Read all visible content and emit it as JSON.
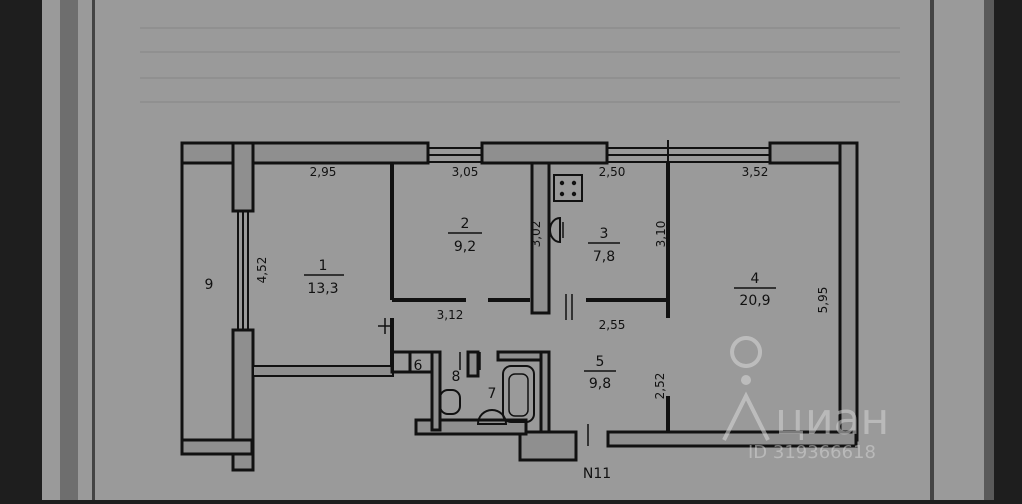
{
  "floor_plan": {
    "rooms": [
      {
        "number": "1",
        "area": "13,3"
      },
      {
        "number": "2",
        "area": "9,2"
      },
      {
        "number": "3",
        "area": "7,8"
      },
      {
        "number": "4",
        "area": "20,9"
      },
      {
        "number": "5",
        "area": "9,8"
      },
      {
        "number": "6"
      },
      {
        "number": "7"
      },
      {
        "number": "8"
      },
      {
        "number": "9"
      }
    ],
    "dimensions": {
      "room1_width": "2,95",
      "room1_length": "4,52",
      "room2_width": "3,05",
      "room2_depth": "3,02",
      "room2_bottom": "3,12",
      "room3_width": "2,50",
      "room3_depth": "3,10",
      "room3_bottom": "2,55",
      "room4_width": "3,52",
      "room4_depth": "5,95",
      "hall_depth": "2,52"
    },
    "entrance_label": "N11"
  },
  "watermark": {
    "brand": "циан",
    "id_text": "ID 319366618"
  }
}
